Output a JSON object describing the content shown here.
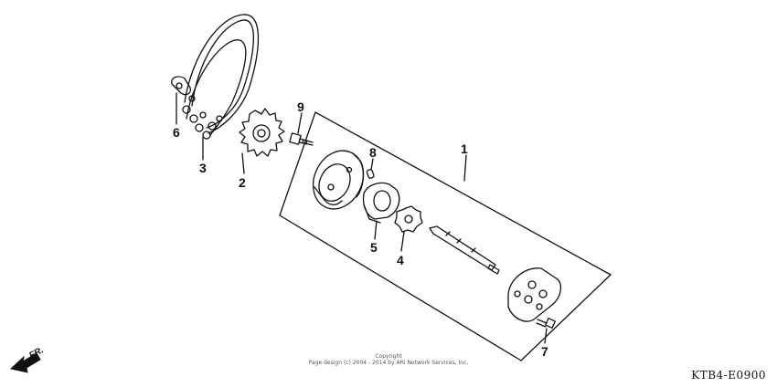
{
  "callouts": {
    "c1": "1",
    "c2": "2",
    "c3": "3",
    "c4": "4",
    "c5": "5",
    "c6": "6",
    "c7": "7",
    "c8": "8",
    "c9": "9"
  },
  "direction": {
    "label": "FR."
  },
  "copyright": {
    "line1": "Copyright",
    "line2": "Page design (c) 2004 - 2014 by ARI Network Services, Inc."
  },
  "diagram_code": "KTB4-E0900",
  "colors": {
    "ink": "#111111",
    "background": "#ffffff"
  }
}
